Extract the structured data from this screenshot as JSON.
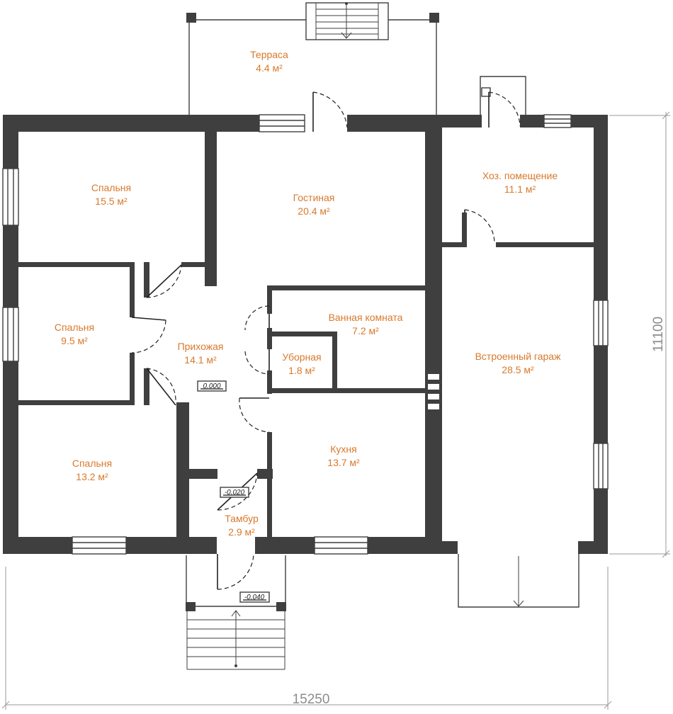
{
  "rooms": {
    "terrace": {
      "name": "Терраса",
      "area": "4.4 м²"
    },
    "bedroom1": {
      "name": "Спальня",
      "area": "15.5 м²"
    },
    "living": {
      "name": "Гостиная",
      "area": "20.4 м²"
    },
    "utility": {
      "name": "Хоз. помещение",
      "area": "11.1 м²"
    },
    "bathroom": {
      "name": "Ванная комната",
      "area": "7.2 м²"
    },
    "bedroom2": {
      "name": "Спальня",
      "area": "9.5 м²"
    },
    "hall": {
      "name": "Прихожая",
      "area": "14.1 м²"
    },
    "toilet": {
      "name": "Уборная",
      "area": "1.8 м²"
    },
    "garage": {
      "name": "Встроенный гараж",
      "area": "28.5 м²"
    },
    "kitchen": {
      "name": "Кухня",
      "area": "13.7 м²"
    },
    "bedroom3": {
      "name": "Спальня",
      "area": "13.2 м²"
    },
    "vestibule": {
      "name": "Тамбур",
      "area": "2.9 м²"
    }
  },
  "levels": {
    "hall": "0.000",
    "vestibule": "-0.020",
    "porch": "-0.040"
  },
  "dimensions": {
    "width": "15250",
    "height": "11100"
  }
}
